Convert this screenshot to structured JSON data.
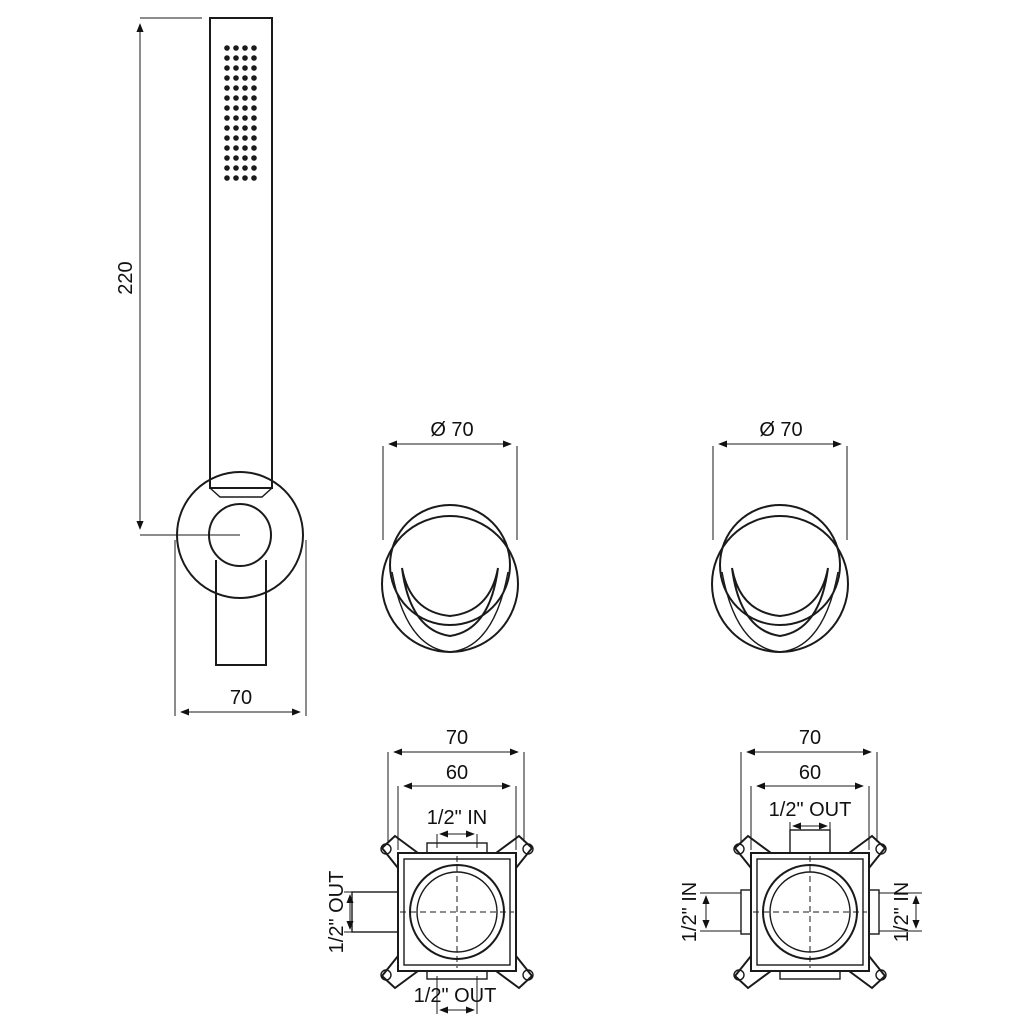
{
  "hand_shower": {
    "height_label": "220",
    "width_label": "70"
  },
  "mixer_left": {
    "diameter_label": "Ø 70"
  },
  "mixer_right": {
    "diameter_label": "Ø 70"
  },
  "box_left": {
    "outer_width_label": "70",
    "inner_width_label": "60",
    "top_port_label": "1/2\" IN",
    "bottom_port_label": "1/2\" OUT",
    "side_port_label": "1/2\" OUT"
  },
  "box_right": {
    "outer_width_label": "70",
    "inner_width_label": "60",
    "top_port_label": "1/2\" OUT",
    "left_port_label": "1/2\" IN",
    "right_port_label": "1/2\" IN"
  }
}
